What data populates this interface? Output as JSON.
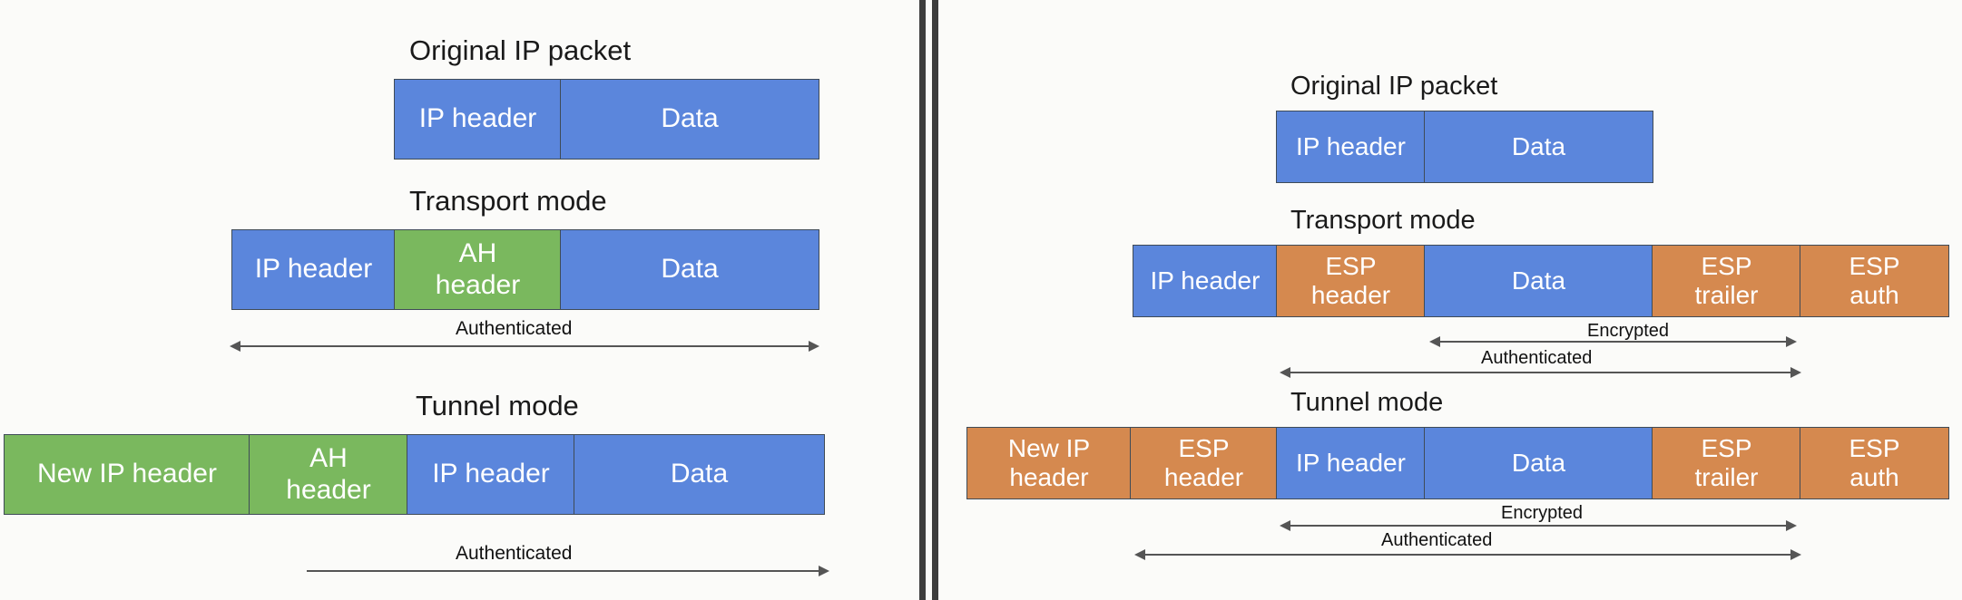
{
  "ah": {
    "original_title": "Original IP packet",
    "transport_title": "Transport mode",
    "tunnel_title": "Tunnel mode",
    "original_ip_header": "IP header",
    "original_data": "Data",
    "transport_ip_header": "IP header",
    "transport_ah_header": "AH\nheader",
    "transport_data": "Data",
    "transport_authenticated": "Authenticated",
    "tunnel_new_ip_header": "New IP header",
    "tunnel_ah_header": "AH\nheader",
    "tunnel_ip_header": "IP header",
    "tunnel_data": "Data",
    "tunnel_authenticated": "Authenticated"
  },
  "esp": {
    "original_title": "Original IP packet",
    "transport_title": "Transport mode",
    "tunnel_title": "Tunnel mode",
    "original_ip_header": "IP header",
    "original_data": "Data",
    "transport_ip_header": "IP header",
    "transport_esp_header": "ESP\nheader",
    "transport_data": "Data",
    "transport_esp_trailer": "ESP\ntrailer",
    "transport_esp_auth": "ESP\nauth",
    "transport_encrypted": "Encrypted",
    "transport_authenticated": "Authenticated",
    "tunnel_new_ip_header": "New IP\nheader",
    "tunnel_esp_header": "ESP\nheader",
    "tunnel_ip_header": "IP header",
    "tunnel_data": "Data",
    "tunnel_esp_trailer": "ESP\ntrailer",
    "tunnel_esp_auth": "ESP\nauth",
    "tunnel_encrypted": "Encrypted",
    "tunnel_authenticated": "Authenticated"
  },
  "colors": {
    "ip_blue": "#5b86dc",
    "ah_green": "#7ab85e",
    "esp_orange": "#d5894f",
    "divider": "#3d3d3d"
  }
}
